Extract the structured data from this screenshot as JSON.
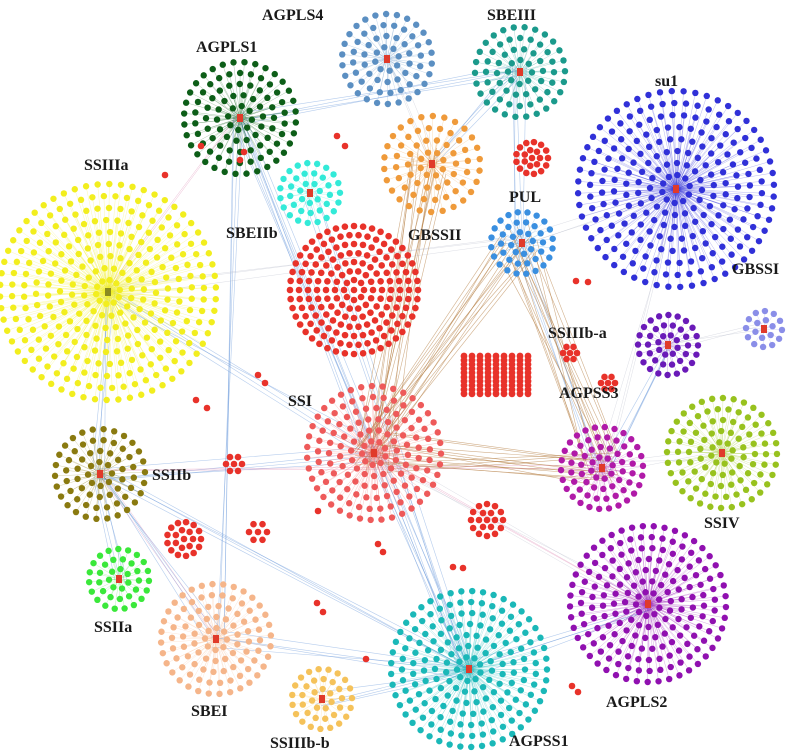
{
  "clusters": [
    {
      "id": "AGPLS4",
      "label": "AGPLS4",
      "color": "#5b8fc2",
      "hub": "#e03a2a",
      "size": "m"
    },
    {
      "id": "SBEIII",
      "label": "SBEIII",
      "color": "#1b9a8c",
      "hub": "#e03a2a",
      "size": "m"
    },
    {
      "id": "AGPLS1",
      "label": "AGPLS1",
      "color": "#0d5e18",
      "hub": "#e03a2a",
      "size": "m"
    },
    {
      "id": "su1",
      "label": "su1",
      "color": "#3030d8",
      "hub": "#e03a2a",
      "size": "xl"
    },
    {
      "id": "SSIIIa",
      "label": "SSIIIa",
      "color": "#f2ee1e",
      "hub": "#8a8a20",
      "size": "xl"
    },
    {
      "id": "GBSSII",
      "label": "GBSSII",
      "color": "#ef9a3a",
      "hub": "#e03a2a",
      "size": "m"
    },
    {
      "id": "PUL",
      "label": "PUL",
      "color": "#3a8fe0",
      "hub": "#e03a2a",
      "size": "s"
    },
    {
      "id": "SBEIIb",
      "label": "SBEIIb",
      "color": "#33ead8",
      "hub": "#e03a2a",
      "size": "s"
    },
    {
      "id": "GBSSI",
      "label": "GBSSI",
      "color": "#8a8ee8",
      "hub": "#e03a2a",
      "size": "xs"
    },
    {
      "id": "SSIIIb-a",
      "label": "SSIIIb-a",
      "color": "#6a1ab8",
      "hub": "#e03a2a",
      "size": "s"
    },
    {
      "id": "SSI",
      "label": "SSI",
      "color": "#ee5a5a",
      "hub": "#e03a2a",
      "size": "l"
    },
    {
      "id": "AGPSS3",
      "label": "AGPSS3",
      "color": "#b01aa8",
      "hub": "#e03a2a",
      "size": "m"
    },
    {
      "id": "SSIV",
      "label": "SSIV",
      "color": "#98c21e",
      "hub": "#e03a2a",
      "size": "m"
    },
    {
      "id": "SSIIb",
      "label": "SSIIb",
      "color": "#8a7a10",
      "hub": "#e03a2a",
      "size": "m"
    },
    {
      "id": "SSIIa",
      "label": "SSIIa",
      "color": "#3ae83a",
      "hub": "#e03a2a",
      "size": "s"
    },
    {
      "id": "SBEI",
      "label": "SBEI",
      "color": "#f5b58a",
      "hub": "#e03a2a",
      "size": "m"
    },
    {
      "id": "SSIIIb-b",
      "label": "SSIIIb-b",
      "color": "#f5c25a",
      "hub": "#e03a2a",
      "size": "s"
    },
    {
      "id": "AGPSS1",
      "label": "AGPSS1",
      "color": "#1ab8b8",
      "hub": "#e03a2a",
      "size": "l"
    },
    {
      "id": "AGPLS2",
      "label": "AGPLS2",
      "color": "#9010b0",
      "hub": "#e03a2a",
      "size": "l"
    }
  ],
  "shared_node_color": "#e8322a",
  "edge_colors": {
    "blue": "#5b8fd6",
    "tan": "#b37a3c",
    "grey": "#9aa0b5",
    "pink": "#d46aa0"
  }
}
